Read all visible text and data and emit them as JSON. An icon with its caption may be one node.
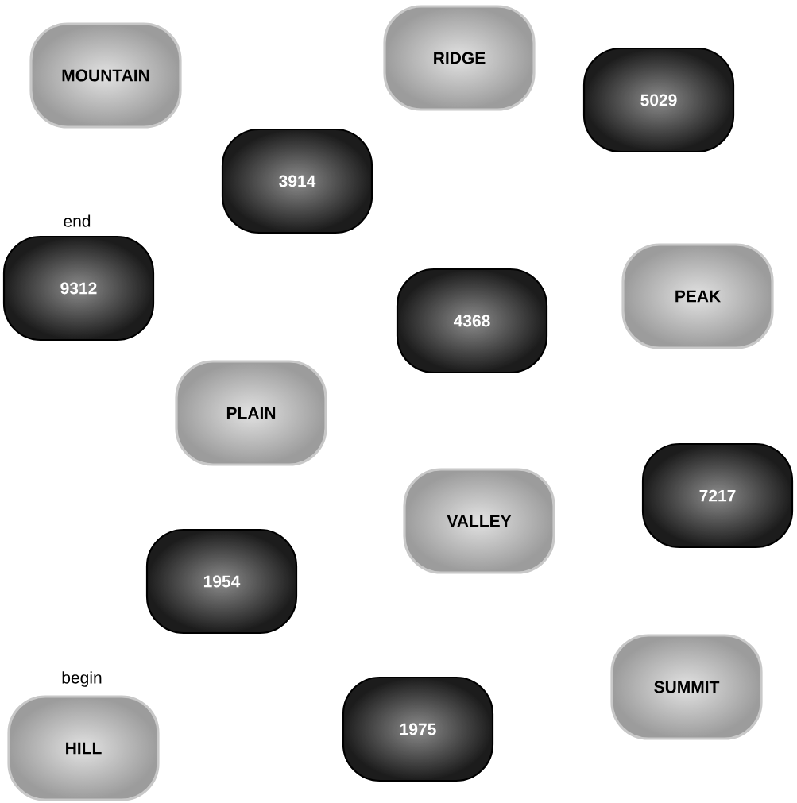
{
  "diagram": {
    "nodes": [
      {
        "text": [
          "RIDGE"
        ]
      },
      {
        "text": [
          "MOUNTAIN"
        ]
      },
      {
        "text": [
          "5029"
        ]
      },
      {
        "text": [
          "3914"
        ]
      },
      {
        "text": [
          "9312"
        ],
        "beside": [
          "end"
        ]
      },
      {
        "text": [
          "PEAK"
        ]
      },
      {
        "text": [
          "4368"
        ]
      },
      {
        "text": [
          "PLAIN"
        ]
      },
      {
        "text": [
          "7217"
        ]
      },
      {
        "text": [
          "VALLEY"
        ]
      },
      {
        "text": [
          "1954"
        ]
      },
      {
        "text": [
          "SUMMIT"
        ]
      },
      {
        "text": [
          "1975"
        ]
      },
      {
        "text": [
          "HILL"
        ],
        "beside": [
          "begin"
        ]
      }
    ]
  }
}
